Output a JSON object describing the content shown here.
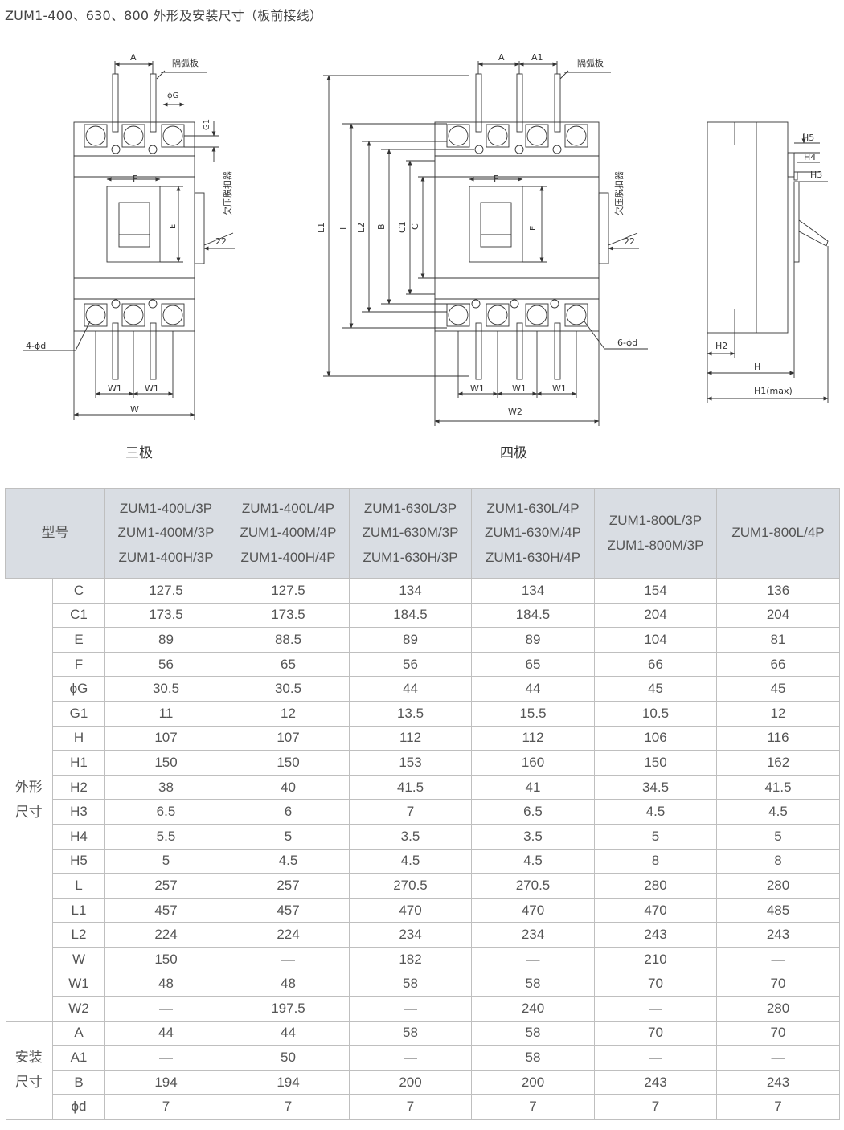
{
  "title": "ZUM1-400、630、800 外形及安装尺寸（板前接线）",
  "drawing_labels": {
    "A": "A",
    "A1": "A1",
    "arc_plate": "隔弧板",
    "phiG": "ϕG",
    "G1": "G1",
    "F": "F",
    "E": "E",
    "undervoltage": "欠压脱扣器",
    "d22": "22",
    "hole3": "4-ϕd",
    "hole4": "6-ϕd",
    "W1": "W1",
    "W": "W",
    "W2": "W2",
    "L1": "L1",
    "L": "L",
    "L2": "L2",
    "B": "B",
    "C1": "C1",
    "C": "C",
    "H5": "H5",
    "H4": "H4",
    "H3": "H3",
    "H2": "H2",
    "H": "H",
    "H1max": "H1(max)"
  },
  "captions": {
    "three_pole": "三极",
    "four_pole": "四极"
  },
  "table": {
    "header_model": "型号",
    "columns": [
      [
        "ZUM1-400L/3P",
        "ZUM1-400M/3P",
        "ZUM1-400H/3P"
      ],
      [
        "ZUM1-400L/4P",
        "ZUM1-400M/4P",
        "ZUM1-400H/4P"
      ],
      [
        "ZUM1-630L/3P",
        "ZUM1-630M/3P",
        "ZUM1-630H/3P"
      ],
      [
        "ZUM1-630L/4P",
        "ZUM1-630M/4P",
        "ZUM1-630H/4P"
      ],
      [
        "ZUM1-800L/3P",
        "ZUM1-800M/3P"
      ],
      [
        "ZUM1-800L/4P"
      ]
    ],
    "groups": [
      {
        "name": [
          "外形",
          "尺寸"
        ],
        "rows": [
          {
            "param": "C",
            "values": [
              "127.5",
              "127.5",
              "134",
              "134",
              "154",
              "136"
            ]
          },
          {
            "param": "C1",
            "values": [
              "173.5",
              "173.5",
              "184.5",
              "184.5",
              "204",
              "204"
            ]
          },
          {
            "param": "E",
            "values": [
              "89",
              "88.5",
              "89",
              "89",
              "104",
              "81"
            ]
          },
          {
            "param": "F",
            "values": [
              "56",
              "65",
              "56",
              "65",
              "66",
              "66"
            ]
          },
          {
            "param": "ϕG",
            "values": [
              "30.5",
              "30.5",
              "44",
              "44",
              "45",
              "45"
            ]
          },
          {
            "param": "G1",
            "values": [
              "11",
              "12",
              "13.5",
              "15.5",
              "10.5",
              "12"
            ]
          },
          {
            "param": "H",
            "values": [
              "107",
              "107",
              "112",
              "112",
              "106",
              "116"
            ]
          },
          {
            "param": "H1",
            "values": [
              "150",
              "150",
              "153",
              "160",
              "150",
              "162"
            ]
          },
          {
            "param": "H2",
            "values": [
              "38",
              "40",
              "41.5",
              "41",
              "34.5",
              "41.5"
            ]
          },
          {
            "param": "H3",
            "values": [
              "6.5",
              "6",
              "7",
              "6.5",
              "4.5",
              "4.5"
            ]
          },
          {
            "param": "H4",
            "values": [
              "5.5",
              "5",
              "3.5",
              "3.5",
              "5",
              "5"
            ]
          },
          {
            "param": "H5",
            "values": [
              "5",
              "4.5",
              "4.5",
              "4.5",
              "8",
              "8"
            ]
          },
          {
            "param": "L",
            "values": [
              "257",
              "257",
              "270.5",
              "270.5",
              "280",
              "280"
            ]
          },
          {
            "param": "L1",
            "values": [
              "457",
              "457",
              "470",
              "470",
              "470",
              "485"
            ]
          },
          {
            "param": "L2",
            "values": [
              "224",
              "224",
              "234",
              "234",
              "243",
              "243"
            ]
          },
          {
            "param": "W",
            "values": [
              "150",
              "—",
              "182",
              "—",
              "210",
              "—"
            ]
          },
          {
            "param": "W1",
            "values": [
              "48",
              "48",
              "58",
              "58",
              "70",
              "70"
            ]
          },
          {
            "param": "W2",
            "values": [
              "—",
              "197.5",
              "—",
              "240",
              "—",
              "280"
            ]
          }
        ]
      },
      {
        "name": [
          "安装",
          "尺寸"
        ],
        "rows": [
          {
            "param": "A",
            "values": [
              "44",
              "44",
              "58",
              "58",
              "70",
              "70"
            ]
          },
          {
            "param": "A1",
            "values": [
              "—",
              "50",
              "—",
              "58",
              "—",
              "—"
            ]
          },
          {
            "param": "B",
            "values": [
              "194",
              "194",
              "200",
              "200",
              "243",
              "243"
            ]
          },
          {
            "param": "ϕd",
            "values": [
              "7",
              "7",
              "7",
              "7",
              "7",
              "7"
            ]
          }
        ]
      }
    ]
  }
}
